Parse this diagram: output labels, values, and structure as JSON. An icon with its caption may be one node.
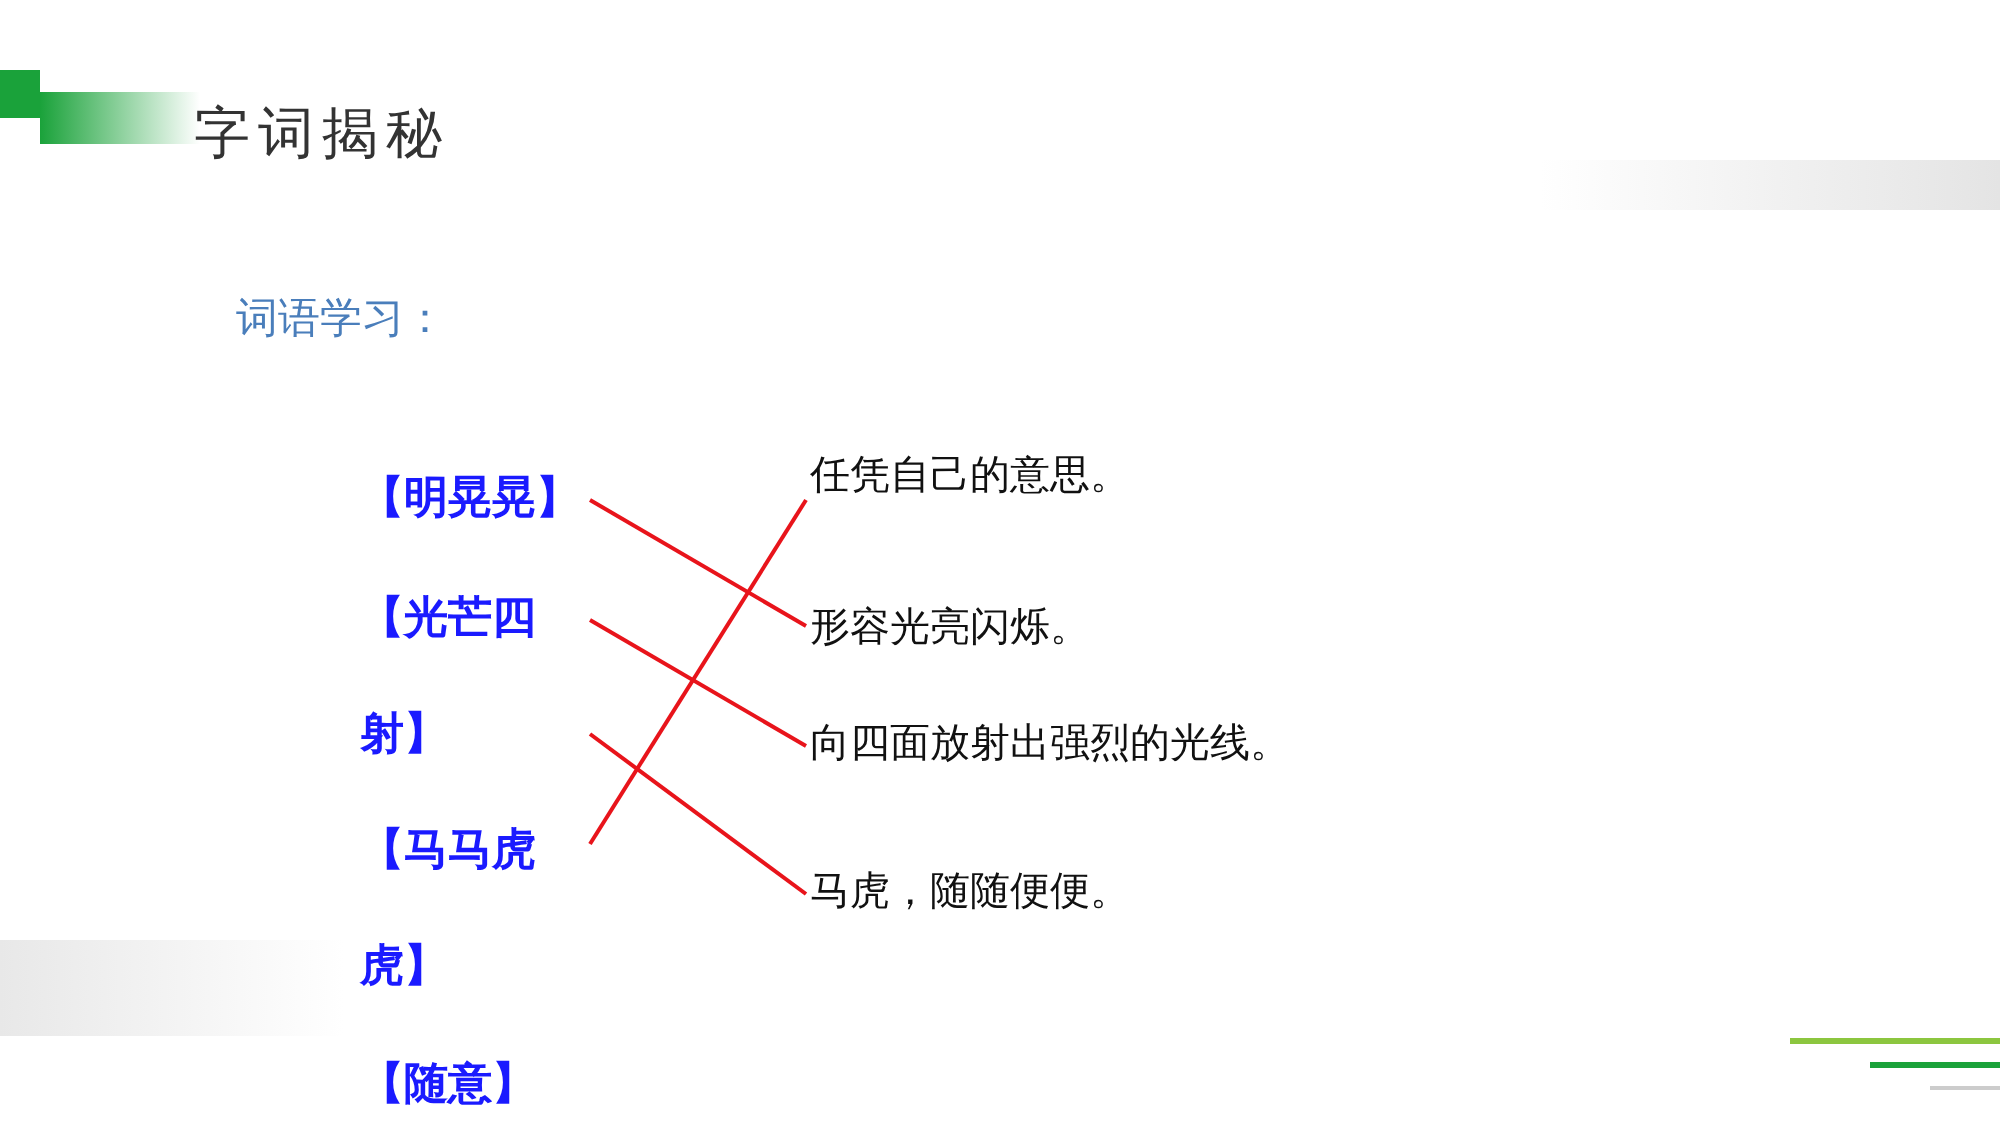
{
  "diagram": {
    "title": "字词揭秘",
    "nodes": [
      {
        "text": [
          "【明晃晃】"
        ]
      },
      {
        "text": [
          "【光芒四射】"
        ]
      },
      {
        "text": [
          "【马马虎虎】"
        ]
      },
      {
        "text": [
          "【随意】"
        ]
      },
      {
        "text": [
          "任凭自己的意思。"
        ]
      },
      {
        "text": [
          "形容光亮闪烁。"
        ]
      },
      {
        "text": [
          "向四面放射出强烈的光线。"
        ]
      },
      {
        "text": [
          "马虎，随随便便。"
        ]
      }
    ],
    "edges": [
      {
        "from": 0,
        "to": 5,
        "arrow": "none"
      },
      {
        "from": 1,
        "to": 6,
        "arrow": "none"
      },
      {
        "from": 1,
        "to": 7,
        "arrow": "none"
      },
      {
        "from": 2,
        "to": 4,
        "arrow": "none"
      }
    ],
    "labels": [
      "词语学习："
    ]
  }
}
